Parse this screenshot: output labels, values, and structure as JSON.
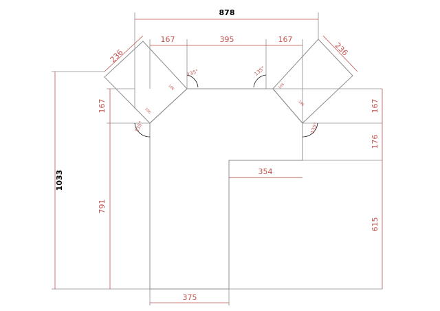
{
  "dimensions": {
    "overall_width": "878",
    "overall_height": "1033",
    "top_left_segment": "167",
    "top_middle_segment": "395",
    "top_right_segment": "167",
    "left_chamfer": "236",
    "right_chamfer": "236",
    "left_side_upper": "167",
    "left_side_lower": "791",
    "right_side_upper": "167",
    "right_side_middle": "176",
    "right_side_lower": "615",
    "step_width": "354",
    "bottom_width": "375",
    "angle_top_left": "135°",
    "angle_top_right": "135°",
    "angle_side_left": "135°",
    "angle_side_right": "135°",
    "small_top_left": "106",
    "small_top_right": "106",
    "small_side_left": "106",
    "small_side_right": "106"
  }
}
